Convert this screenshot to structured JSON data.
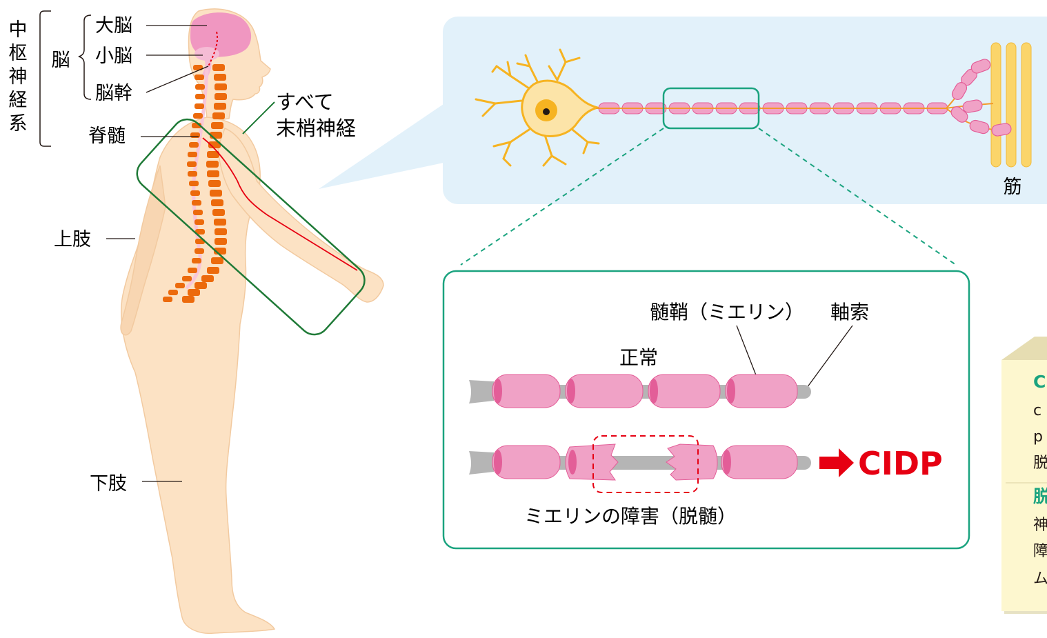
{
  "colors": {
    "skin": "#fce2c4",
    "skin_edge": "#f2caa0",
    "brain": "#f097c1",
    "spine": "#ec6a0c",
    "nerve_green": "#1f7a37",
    "panel_blue": "#e2f1fa",
    "myelin": "#f0a2c6",
    "myelin_dark": "#e35e98",
    "axon": "#b5b5b5",
    "teal": "#1aa37f",
    "neuron": "#f6b321",
    "muscle": "#fbd56a",
    "red": "#e60012",
    "note_bg": "#fdf7cf"
  },
  "body_labels": {
    "cns_vertical": [
      "中",
      "枢",
      "神",
      "経",
      "系"
    ],
    "brain_group": "脳",
    "cerebrum": "大脳",
    "cerebellum": "小脳",
    "brainstem": "脳幹",
    "spinal_cord": "脊髄",
    "upper_limb": "上肢",
    "lower_limb": "下肢"
  },
  "peripheral": {
    "line1": "すべて",
    "line2": "末梢神経"
  },
  "neuron_panel": {
    "muscle_label": "筋"
  },
  "detail_panel": {
    "myelin_label": "髄鞘（ミエリン）",
    "axon_label": "軸索",
    "normal_label": "正常",
    "damage_label": "ミエリンの障害（脱髄）",
    "result_label": "CIDP"
  },
  "note": {
    "lines": [
      {
        "text": "C",
        "style": "heading"
      },
      {
        "text": "c",
        "style": "body"
      },
      {
        "text": "p",
        "style": "body"
      },
      {
        "text": "脱",
        "style": "body"
      },
      {
        "text": "脱",
        "style": "heading"
      },
      {
        "text": "神",
        "style": "body"
      },
      {
        "text": "障",
        "style": "body"
      },
      {
        "text": "ム",
        "style": "body"
      }
    ]
  }
}
